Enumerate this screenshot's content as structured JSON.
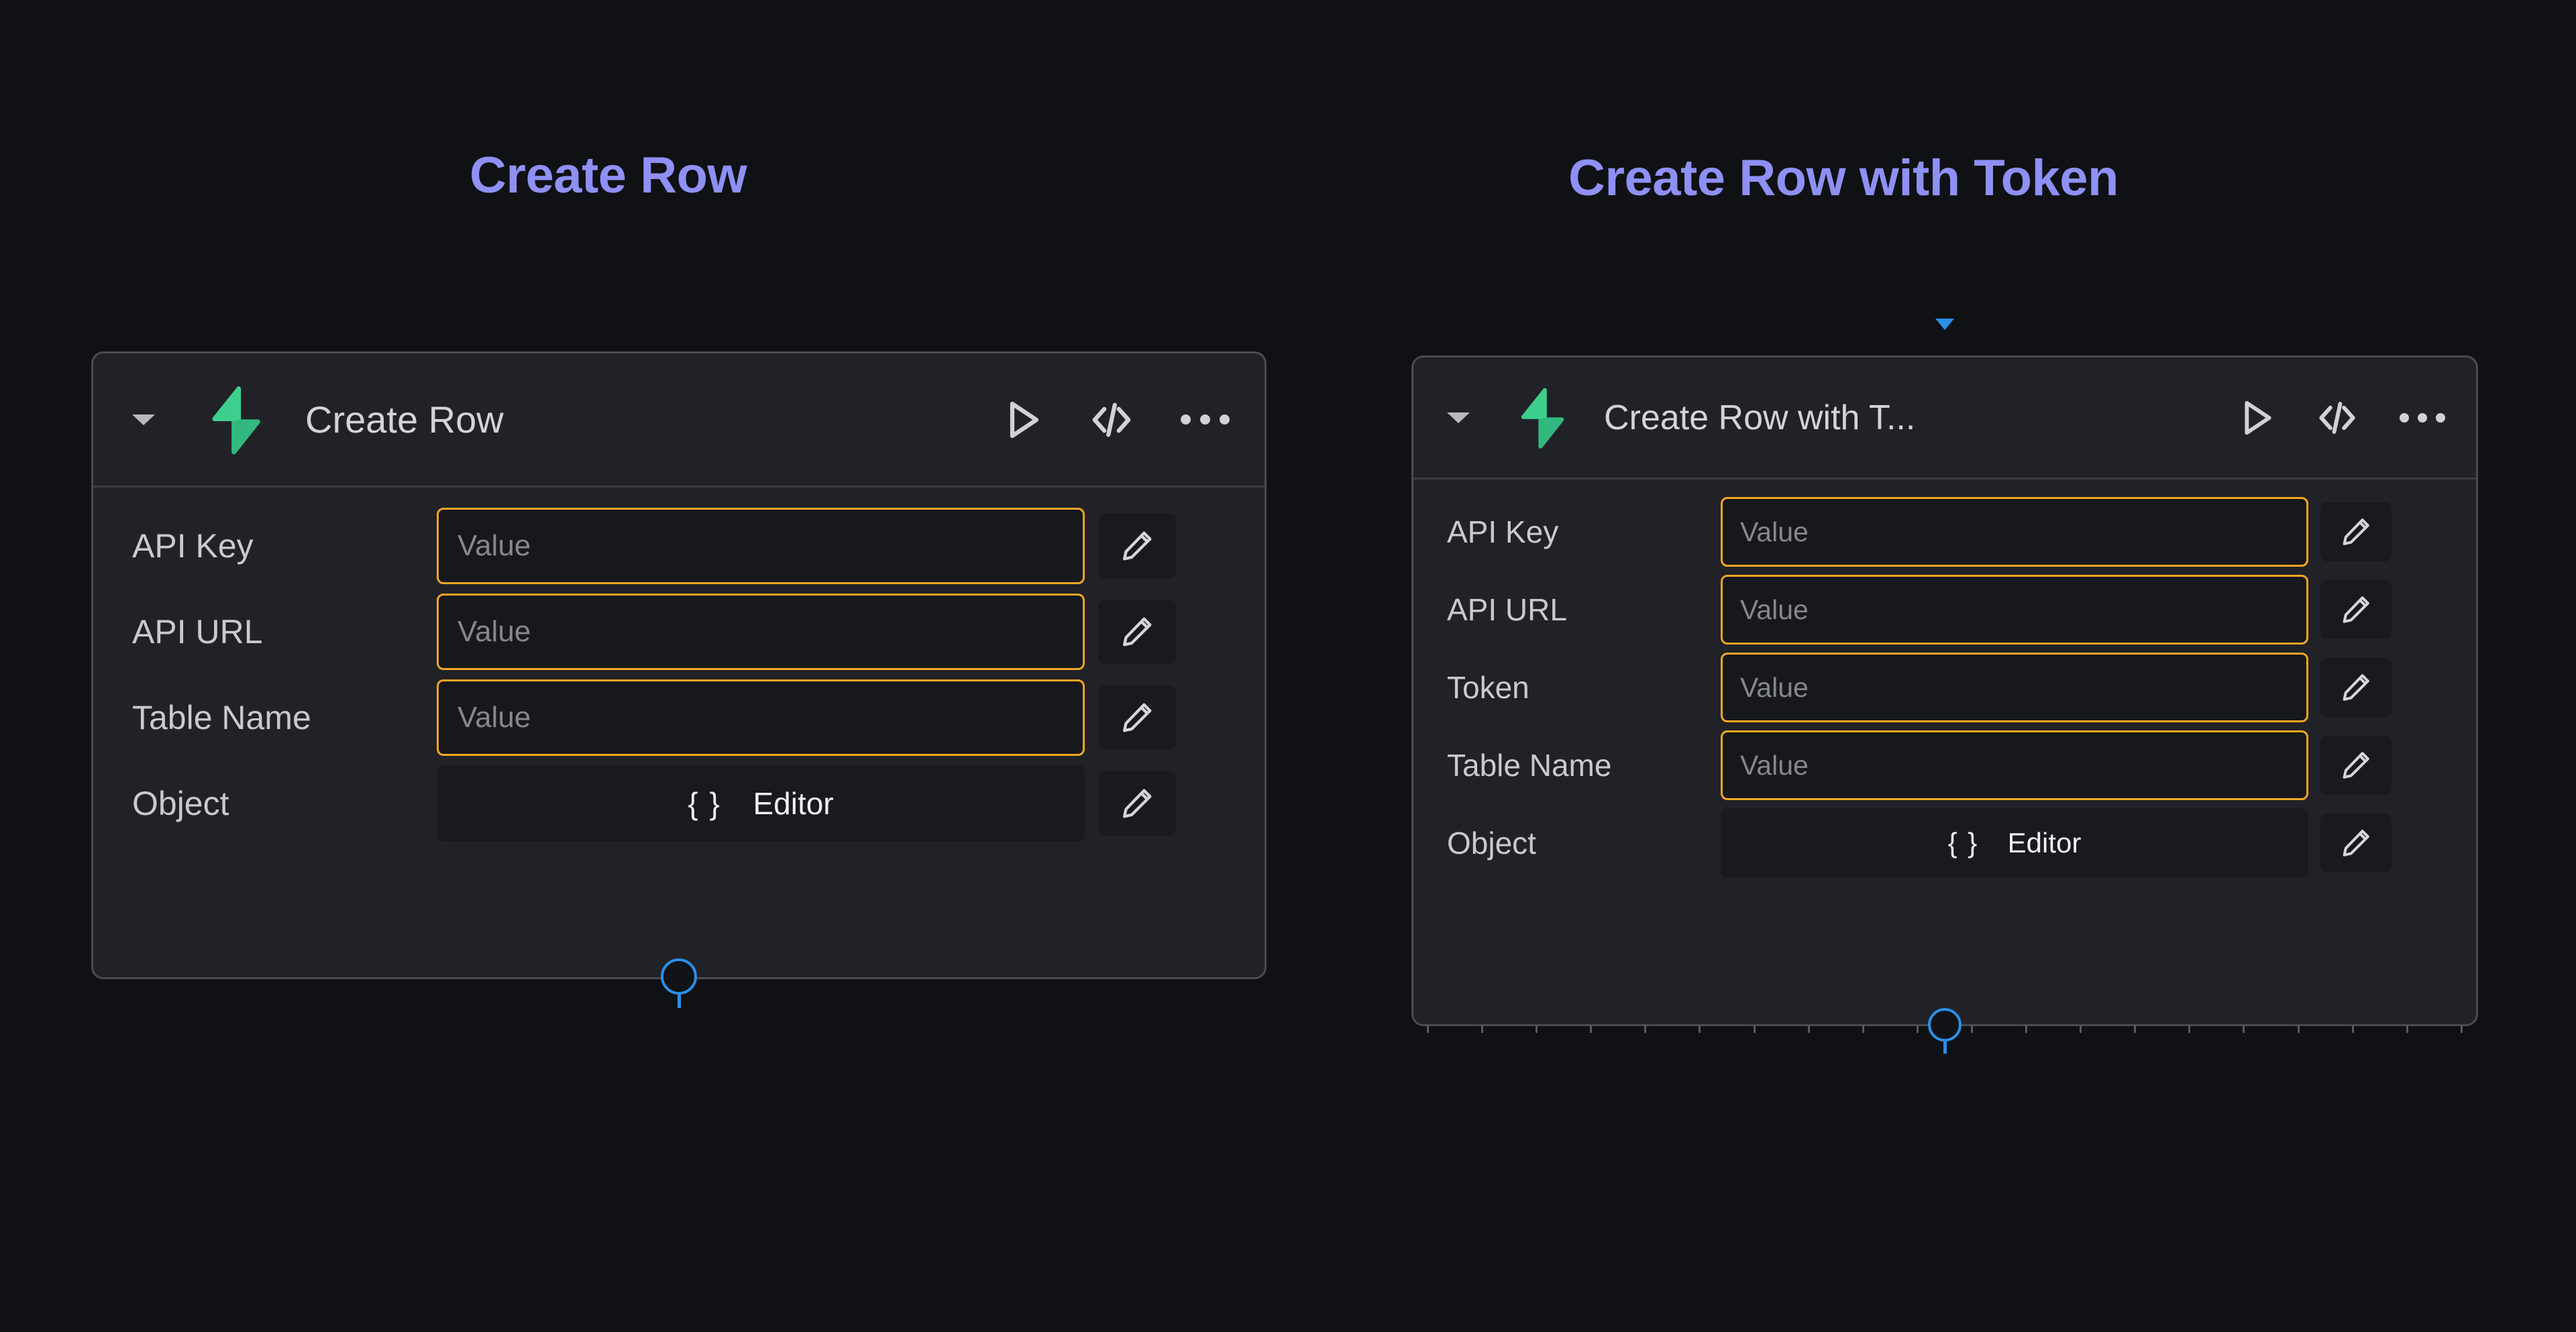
{
  "page": {
    "background": "#101114",
    "accent_title_color": "#8e90f5",
    "field_border_color": "#f5a623",
    "port_color": "#2b8fe8",
    "brand_icon_color": "#3ecf8e"
  },
  "sections": [
    {
      "title": "Create Row"
    },
    {
      "title": "Create Row with Token"
    }
  ],
  "cards": [
    {
      "header": {
        "title": "Create Row",
        "icons": {
          "collapse": "chevron-down-icon",
          "brand": "supabase-bolt-icon",
          "run": "play-icon",
          "code": "code-brackets-icon",
          "more": "more-horizontal-icon"
        }
      },
      "rows": [
        {
          "label": "API Key",
          "type": "input",
          "placeholder": "Value",
          "highlighted": true,
          "edit_icon": "pencil-icon"
        },
        {
          "label": "API URL",
          "type": "input",
          "placeholder": "Value",
          "highlighted": true,
          "edit_icon": "pencil-icon"
        },
        {
          "label": "Table Name",
          "type": "input",
          "placeholder": "Value",
          "highlighted": true,
          "edit_icon": "pencil-icon"
        },
        {
          "label": "Object",
          "type": "button",
          "braces": "{ }",
          "button_label": "Editor",
          "highlighted": false,
          "edit_icon": "pencil-icon"
        }
      ],
      "ports": {
        "input": false,
        "output": true
      }
    },
    {
      "header": {
        "title": "Create Row with T...",
        "icons": {
          "collapse": "chevron-down-icon",
          "brand": "supabase-bolt-icon",
          "run": "play-icon",
          "code": "code-brackets-icon",
          "more": "more-horizontal-icon"
        }
      },
      "rows": [
        {
          "label": "API Key",
          "type": "input",
          "placeholder": "Value",
          "highlighted": true,
          "edit_icon": "pencil-icon"
        },
        {
          "label": "API URL",
          "type": "input",
          "placeholder": "Value",
          "highlighted": true,
          "edit_icon": "pencil-icon"
        },
        {
          "label": "Token",
          "type": "input",
          "placeholder": "Value",
          "highlighted": true,
          "edit_icon": "pencil-icon"
        },
        {
          "label": "Table Name",
          "type": "input",
          "placeholder": "Value",
          "highlighted": true,
          "edit_icon": "pencil-icon"
        },
        {
          "label": "Object",
          "type": "button",
          "braces": "{ }",
          "button_label": "Editor",
          "highlighted": false,
          "edit_icon": "pencil-icon"
        }
      ],
      "ports": {
        "input": true,
        "output": true
      }
    }
  ]
}
